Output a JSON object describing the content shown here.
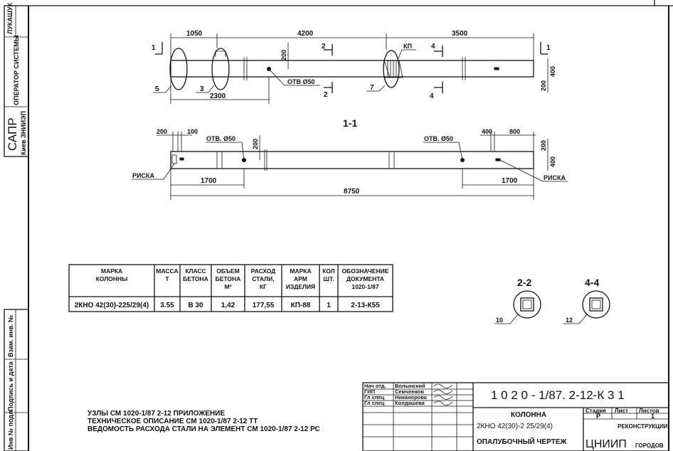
{
  "stamps": {
    "author": "ЛУКАШУК",
    "operator": "ОПЕРАТОР СИСТЕМЫ",
    "org_main": "САПР",
    "org_sub": "Киев ЗНИИЭП",
    "inv_podl": "Инв № подл.",
    "signature_date": "Подпись и дата",
    "vzam_inv": "Взам. инв. №"
  },
  "plan_view": {
    "dims_top": [
      "1050",
      "4200",
      "3500"
    ],
    "dim_bottom": "2300",
    "dim_vertical": "200",
    "dims_right": [
      "200",
      "400"
    ],
    "hole_label": "ОТВ Ø50",
    "insert_label": "КП",
    "section_marks": [
      "1",
      "1",
      "2",
      "2",
      "4",
      "4"
    ],
    "callouts": [
      "5",
      "3",
      "7"
    ]
  },
  "section_1_1": {
    "title": "1-1",
    "dims_top_left": [
      "200",
      "100"
    ],
    "dims_top_right": [
      "400",
      "800"
    ],
    "dim_vertical": "200",
    "dims_right": [
      "200",
      "400"
    ],
    "hole_label_left": "ОТВ. Ø50",
    "hole_label_right": "ОТВ. Ø50",
    "mark_left": "РИСКА",
    "mark_right": "РИСКА",
    "dim_left": "1700",
    "dim_right": "1700",
    "dim_total": "8750"
  },
  "spec_table": {
    "headers": [
      [
        "МАРКА",
        "КОЛОННЫ"
      ],
      [
        "МАССА",
        "Т"
      ],
      [
        "КЛАСС",
        "БЕТОНА"
      ],
      [
        "ОБЪЕМ",
        "БЕТОНА",
        "М³"
      ],
      [
        "РАСХОД",
        "СТАЛИ,",
        "КГ"
      ],
      [
        "МАРКА",
        "АРМ",
        "ИЗДЕЛИЯ"
      ],
      [
        "КОЛ",
        "ШТ."
      ],
      [
        "ОБОЗНАЧЕНИЕ",
        "ДОКУМЕНТА",
        "1020-1/87"
      ]
    ],
    "row": [
      "2КНО 42(30)-225/29(4)",
      "3.55",
      "В 30",
      "1,42",
      "177,55",
      "КП-88",
      "1",
      "2-13-К55"
    ]
  },
  "sections": [
    {
      "title": "2-2",
      "callout": "10"
    },
    {
      "title": "4-4",
      "callout": "12"
    }
  ],
  "notes": [
    "УЗЛЫ СМ 1020-1/87 2-12 ПРИЛОЖЕНИЕ",
    "ТЕХНИЧЕСКОЕ ОПИСАНИЕ СМ 1020-1/87 2-12 ТТ",
    "ВЕДОМОСТЬ РАСХОДА СТАЛИ НА ЭЛЕМЕНТ СМ 1020-1/87 2-12 РС"
  ],
  "title_block": {
    "roles": [
      "Нач отд.",
      "ГИП",
      "Гл спец",
      "Гл спец"
    ],
    "names": [
      "Волынский",
      "Семченков",
      "Никанорова",
      "Колдашева"
    ],
    "signatures": [
      "sig",
      "sig",
      "Н.Н.",
      "Кол"
    ],
    "document_code": "1 0 2 0 - 1/87.  2-12-К 3 1",
    "item_name": "КОЛОННА",
    "item_mark": "2КНО 42(30)-2 25/29(4)",
    "drawing_type": "ОПАЛУБОЧНЫЙ ЧЕРТЕЖ",
    "stage_label": "Стадия",
    "sheet_label": "Лист",
    "sheets_label": "Листов",
    "stage_value": "Р",
    "sheet_value": "",
    "sheets_value": "1",
    "org_logo": "ЦНИИП",
    "org_text_1": "РЕКОНСТРУКЦИИ",
    "org_text_2": "ГОРОДОВ"
  }
}
